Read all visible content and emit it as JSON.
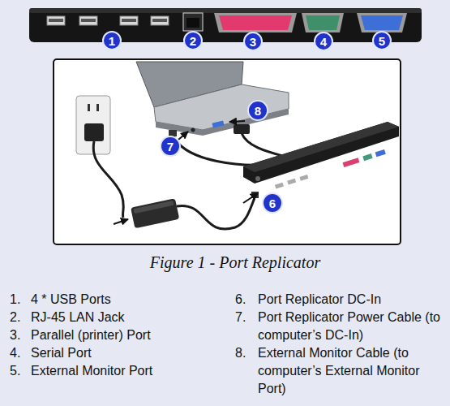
{
  "diagram": {
    "caption": "Figure 1 - Port Replicator",
    "nodes": [
      {
        "text": [
          "1"
        ]
      },
      {
        "text": [
          "2"
        ]
      },
      {
        "text": [
          "3"
        ]
      },
      {
        "text": [
          "4"
        ]
      },
      {
        "text": [
          "5"
        ]
      },
      {
        "text": [
          "8"
        ]
      },
      {
        "text": [
          "7"
        ]
      },
      {
        "text": [
          "6"
        ]
      }
    ],
    "labels": [
      "1.",
      "4 * USB Ports",
      "2.",
      "RJ-45 LAN Jack",
      "3.",
      "Parallel (printer) Port",
      "4.",
      "Serial Port",
      "5.",
      "External Monitor Port",
      "6.",
      "Port Replicator DC-In",
      "7.",
      "Port Replicator Power Cable (to computer’s DC-In)",
      "8.",
      "External Monitor Cable (to computer’s External Monitor Port)"
    ]
  }
}
